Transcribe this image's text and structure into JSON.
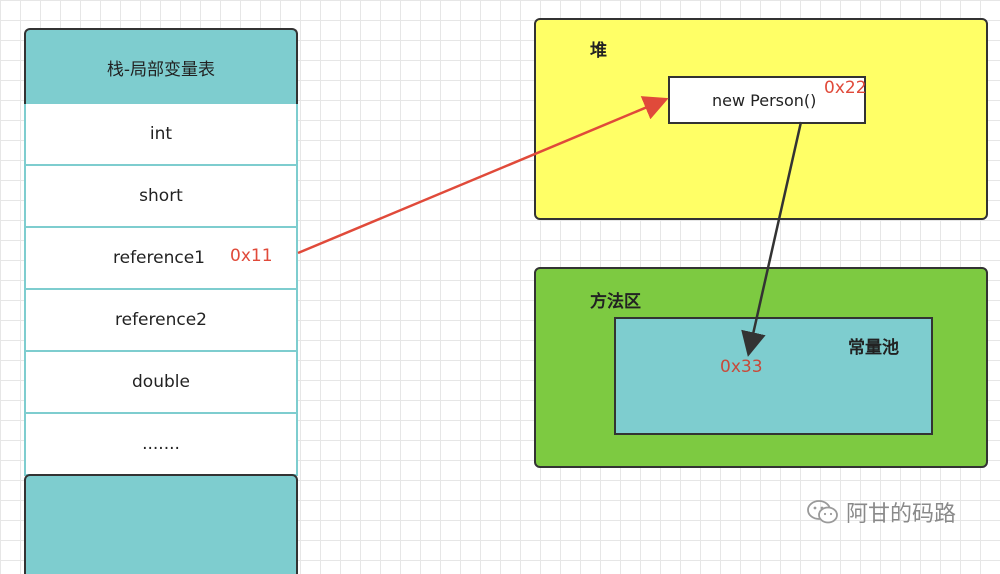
{
  "stack": {
    "title": "栈-局部变量表",
    "rows": [
      "int",
      "short",
      "reference1",
      "reference2",
      "double",
      "......."
    ],
    "reference1_addr": "0x11"
  },
  "heap": {
    "title": "堆",
    "object_label": "new Person()",
    "object_addr": "0x22"
  },
  "method_area": {
    "title": "方法区",
    "constant_pool": {
      "title": "常量池",
      "addr": "0x33"
    }
  },
  "watermark": {
    "icon": "wechat-icon",
    "text": "阿甘的码路"
  },
  "colors": {
    "stack_teal": "#7ecdcf",
    "heap_yellow": "#ffff66",
    "method_green": "#7dca41",
    "pointer_red": "#e04a3a",
    "pointer_dark": "#333333"
  }
}
